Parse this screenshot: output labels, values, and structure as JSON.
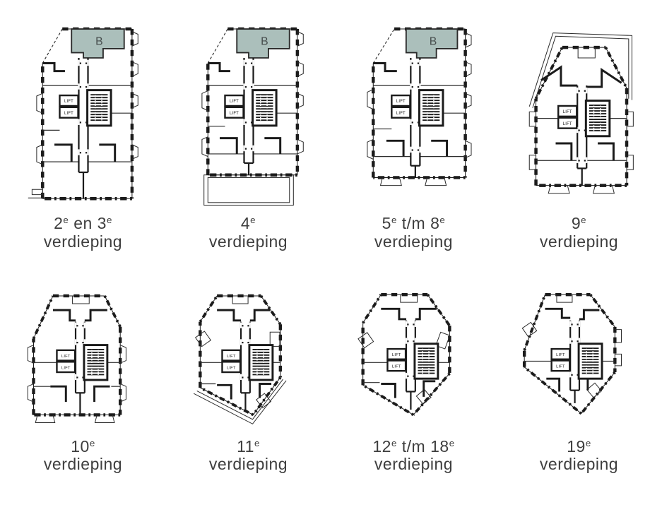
{
  "page": {
    "background": "#ffffff"
  },
  "colors": {
    "wall": "#1b1b1b",
    "line": "#2d2d2d",
    "unit_b_fill": "#abbfbb",
    "unit_b_stroke": "#2b2b2b",
    "unit_b_text": "#474d4d",
    "caption": "#3e3e3e"
  },
  "labels": {
    "lift": "LIFT",
    "unit_b": "B"
  },
  "plans": [
    {
      "id": "floor-2-3",
      "caption_segments": [
        {
          "t": "2"
        },
        {
          "t": "e",
          "sup": true
        },
        {
          "t": " en 3"
        },
        {
          "t": "e",
          "sup": true
        }
      ],
      "caption_line2": "verdieping",
      "unit_b_highlighted": true
    },
    {
      "id": "floor-4",
      "caption_segments": [
        {
          "t": "4"
        },
        {
          "t": "e",
          "sup": true
        }
      ],
      "caption_line2": "verdieping",
      "unit_b_highlighted": true
    },
    {
      "id": "floor-5-8",
      "caption_segments": [
        {
          "t": "5"
        },
        {
          "t": "e",
          "sup": true
        },
        {
          "t": " t/m 8"
        },
        {
          "t": "e",
          "sup": true
        }
      ],
      "caption_line2": "verdieping",
      "unit_b_highlighted": true
    },
    {
      "id": "floor-9",
      "caption_segments": [
        {
          "t": "9"
        },
        {
          "t": "e",
          "sup": true
        }
      ],
      "caption_line2": "verdieping",
      "unit_b_highlighted": false
    },
    {
      "id": "floor-10",
      "caption_segments": [
        {
          "t": "10"
        },
        {
          "t": "e",
          "sup": true
        }
      ],
      "caption_line2": "verdieping",
      "unit_b_highlighted": false
    },
    {
      "id": "floor-11",
      "caption_segments": [
        {
          "t": "11"
        },
        {
          "t": "e",
          "sup": true
        }
      ],
      "caption_line2": "verdieping",
      "unit_b_highlighted": false
    },
    {
      "id": "floor-12-18",
      "caption_segments": [
        {
          "t": "12"
        },
        {
          "t": "e",
          "sup": true
        },
        {
          "t": " t/m 18"
        },
        {
          "t": "e",
          "sup": true
        }
      ],
      "caption_line2": "verdieping",
      "unit_b_highlighted": false
    },
    {
      "id": "floor-19",
      "caption_segments": [
        {
          "t": "19"
        },
        {
          "t": "e",
          "sup": true
        }
      ],
      "caption_line2": "verdieping",
      "unit_b_highlighted": false
    }
  ]
}
